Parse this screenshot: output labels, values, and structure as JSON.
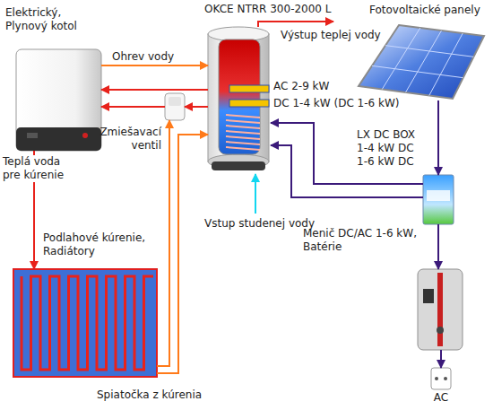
{
  "diagram": {
    "nodes": [
      {
        "text": [
          "Elektrický, Plynový kotol"
        ]
      },
      {
        "text": [
          "OKCE NTRR 300-2000 L"
        ]
      },
      {
        "text": [
          "Fotovoltaické panely"
        ]
      },
      {
        "text": [
          "Zmiešavací ventil"
        ]
      },
      {
        "text": [
          "Podlahové kúrenie, Radiátory"
        ]
      },
      {
        "text": [
          "LX DC BOX 1-4 kW DC 1-6 kW DC"
        ]
      },
      {
        "text": [
          "Menič DC/AC 1-6 kW, Batérie"
        ]
      },
      {
        "text": [
          "AC"
        ]
      }
    ],
    "edges": [
      {
        "from": 0,
        "to": 1,
        "label": "Ohrev vody",
        "arrow": "to"
      },
      {
        "from": 1,
        "to": 0,
        "arrow": "to"
      },
      {
        "from": 1,
        "to": 3,
        "arrow": "to"
      },
      {
        "from": 3,
        "to": 0,
        "arrow": "to"
      },
      {
        "from": 0,
        "to": 4,
        "label": "Teplá voda pre kúrenie",
        "arrow": "to"
      },
      {
        "from": 4,
        "to": 3,
        "arrow": "to"
      },
      {
        "from": 4,
        "to": 1,
        "label": "Spiatočka z kúrenia",
        "arrow": "to"
      },
      {
        "from": 5,
        "to": 1,
        "label": "DC 1-4 kW (DC 1-6 kW)",
        "arrow": "to"
      },
      {
        "from": 5,
        "to": 1,
        "arrow": "to"
      },
      {
        "from": 2,
        "to": 5,
        "arrow": "to"
      },
      {
        "from": 5,
        "to": 6,
        "arrow": "to"
      },
      {
        "from": 6,
        "to": 7,
        "arrow": "to"
      }
    ],
    "labels": [
      "AC 2-9 kW",
      "Výstup teplej vody",
      "Vstup studenej vody"
    ]
  }
}
